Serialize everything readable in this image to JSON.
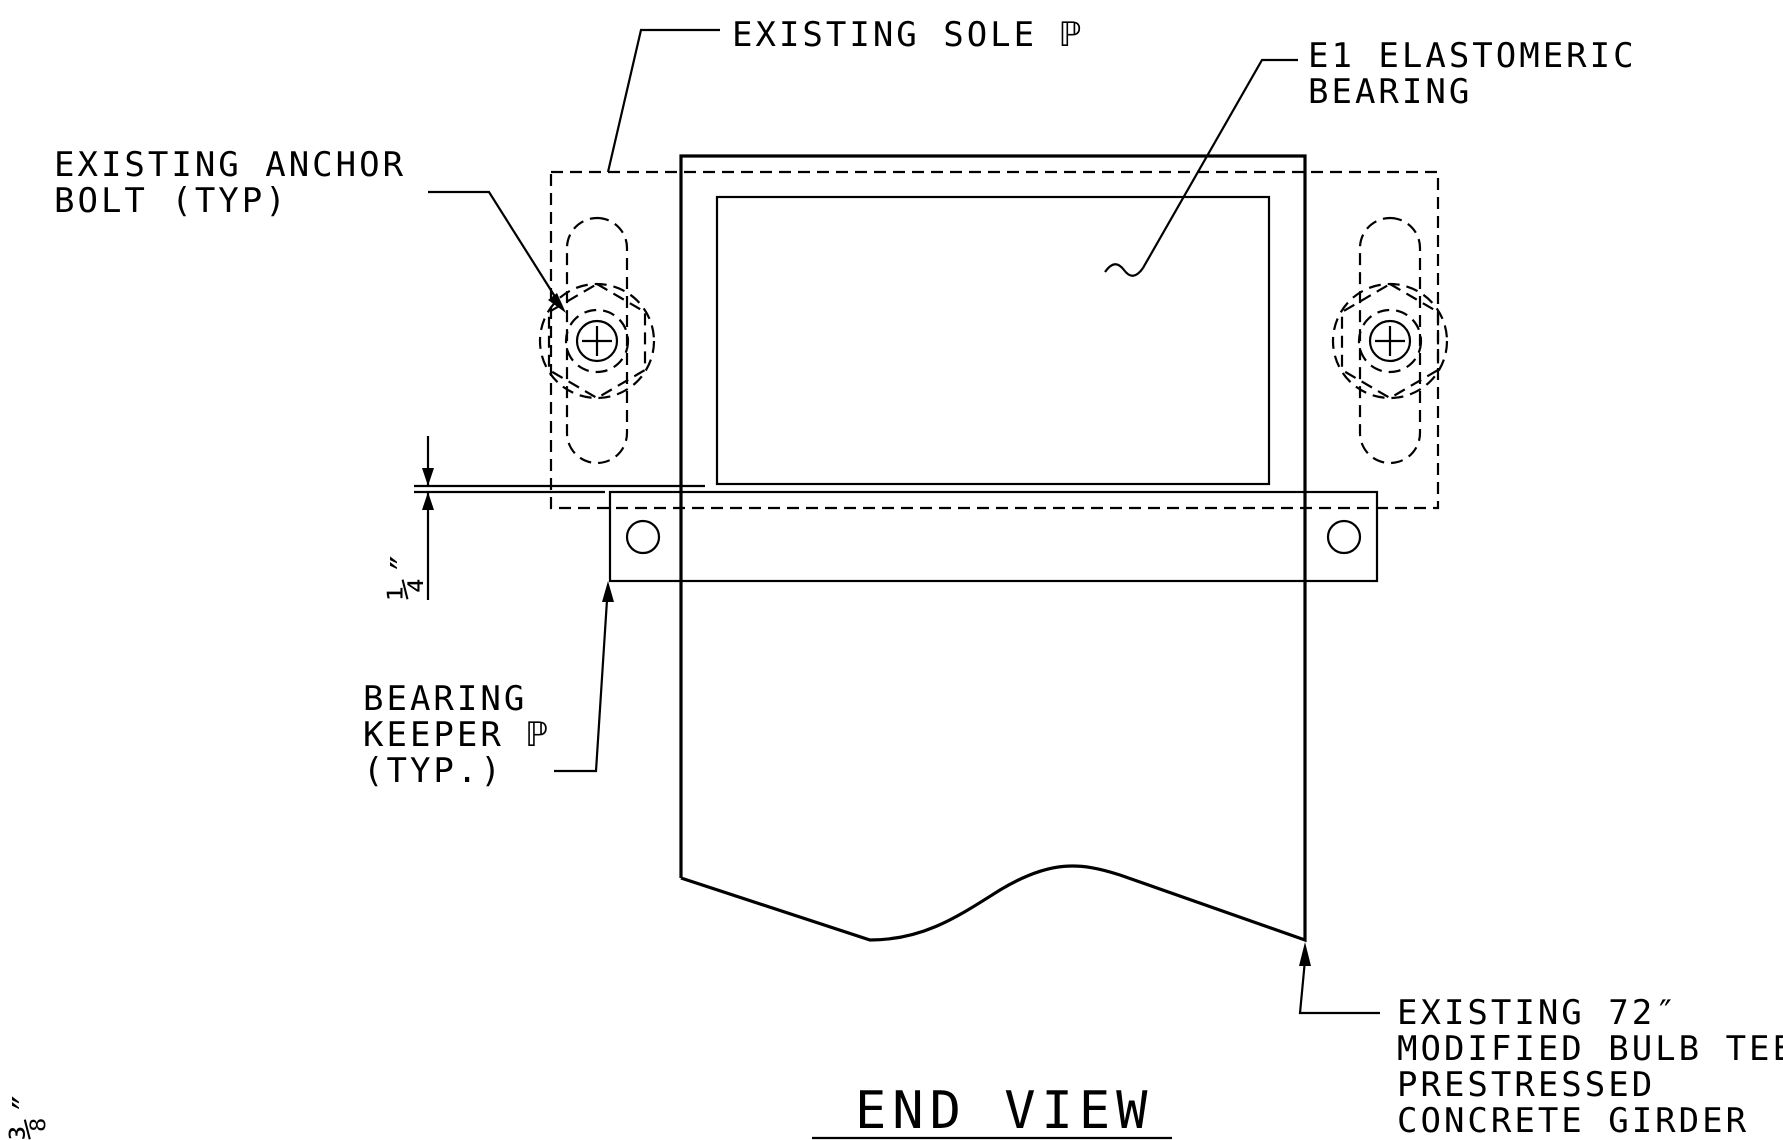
{
  "title": "END VIEW",
  "labels": {
    "sole_plate": "EXISTING SOLE ℙ",
    "bearing": [
      "E1 ELASTOMERIC",
      "BEARING"
    ],
    "anchor_bolt": [
      "EXISTING ANCHOR",
      "BOLT (TYP)"
    ],
    "keeper_plate": [
      "BEARING",
      "KEEPER ℙ",
      "(TYP.)"
    ],
    "girder": [
      "EXISTING 72″",
      "MODIFIED BULB TEE",
      "PRESTRESSED",
      "CONCRETE GIRDER"
    ]
  },
  "dimensions": {
    "gap": "¼″",
    "edge": "⅜″"
  }
}
